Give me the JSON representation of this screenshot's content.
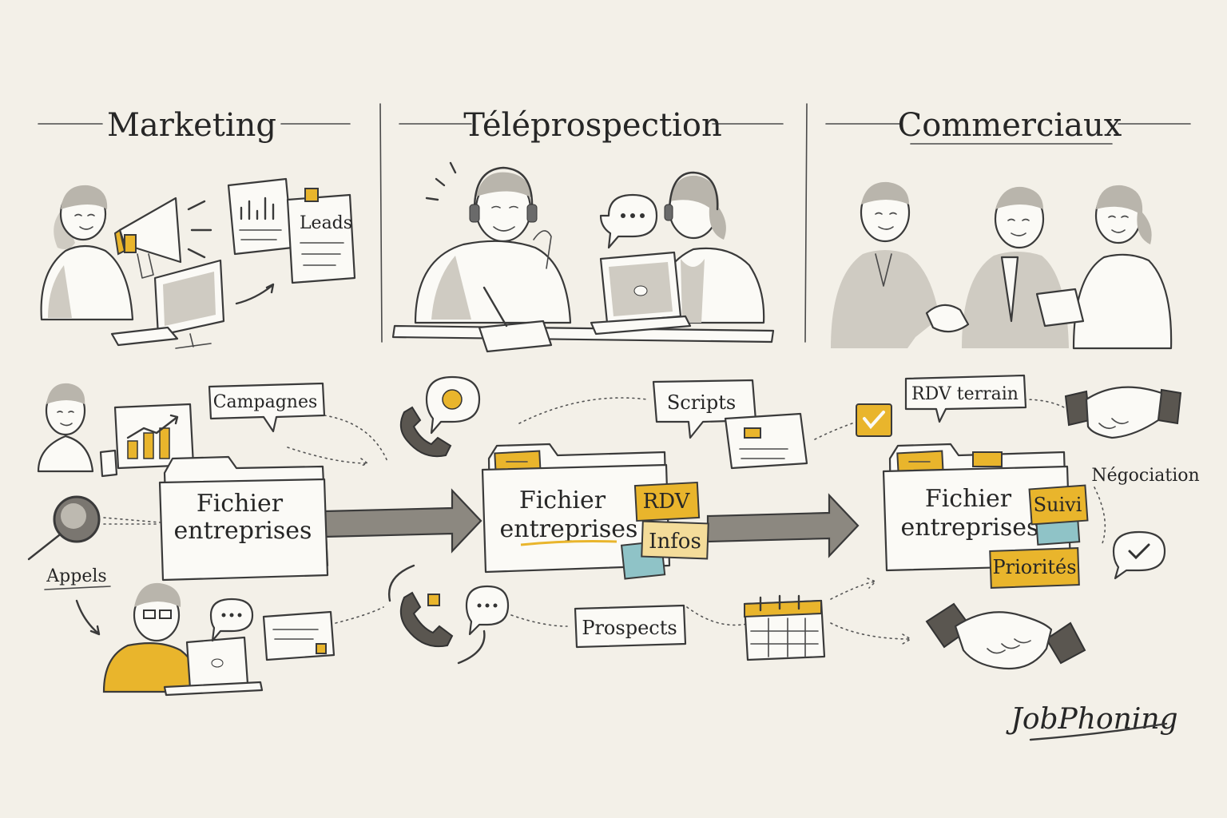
{
  "sections": [
    {
      "title": "Marketing"
    },
    {
      "title": "Téléprospection"
    },
    {
      "title": "Commerciaux"
    }
  ],
  "labels": {
    "leads": "Leads",
    "campagnes": "Campagnes",
    "scripts": "Scripts",
    "rdv_terrain": "RDV terrain",
    "negociation": "Négociation",
    "appels": "Appels",
    "prospects": "Prospects"
  },
  "folders": [
    {
      "line1": "Fichier",
      "line2": "entreprises"
    },
    {
      "line1": "Fichier",
      "line2": "entreprises",
      "notes": [
        "RDV",
        "Infos"
      ]
    },
    {
      "line1": "Fichier",
      "line2": "entreprises",
      "notes": [
        "Suivi",
        "Priorités"
      ]
    }
  ],
  "brand": {
    "name": "JobPhoning"
  },
  "colors": {
    "accent": "#e9b52c",
    "note_blue": "#8fc3c7",
    "background": "#f3f0e8",
    "ink": "#2c2c2c"
  }
}
